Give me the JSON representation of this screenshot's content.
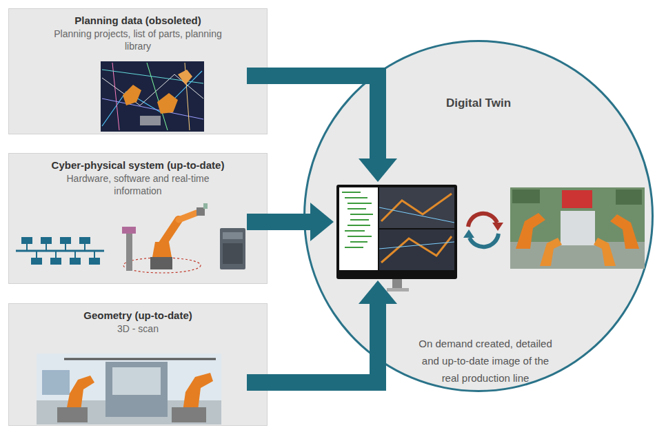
{
  "diagram": {
    "nodes": [
      {
        "text": [
          "Planning data (obsoleted)",
          "Planning projects, list of parts, planning library"
        ]
      },
      {
        "text": [
          "Cyber-physical system (up-to-date)",
          "Hardware, software and real-time information"
        ]
      },
      {
        "text": [
          "Geometry (up-to-date)",
          "3D - scan"
        ]
      },
      {
        "text": [
          "Digital Twin",
          "On demand created, detailed and up-to-date image of the real production line"
        ]
      }
    ],
    "edges": [
      {
        "from": 0,
        "to": 3,
        "arrow": "to"
      },
      {
        "from": 1,
        "to": 3,
        "arrow": "to"
      },
      {
        "from": 2,
        "to": 3,
        "arrow": "to"
      }
    ]
  }
}
